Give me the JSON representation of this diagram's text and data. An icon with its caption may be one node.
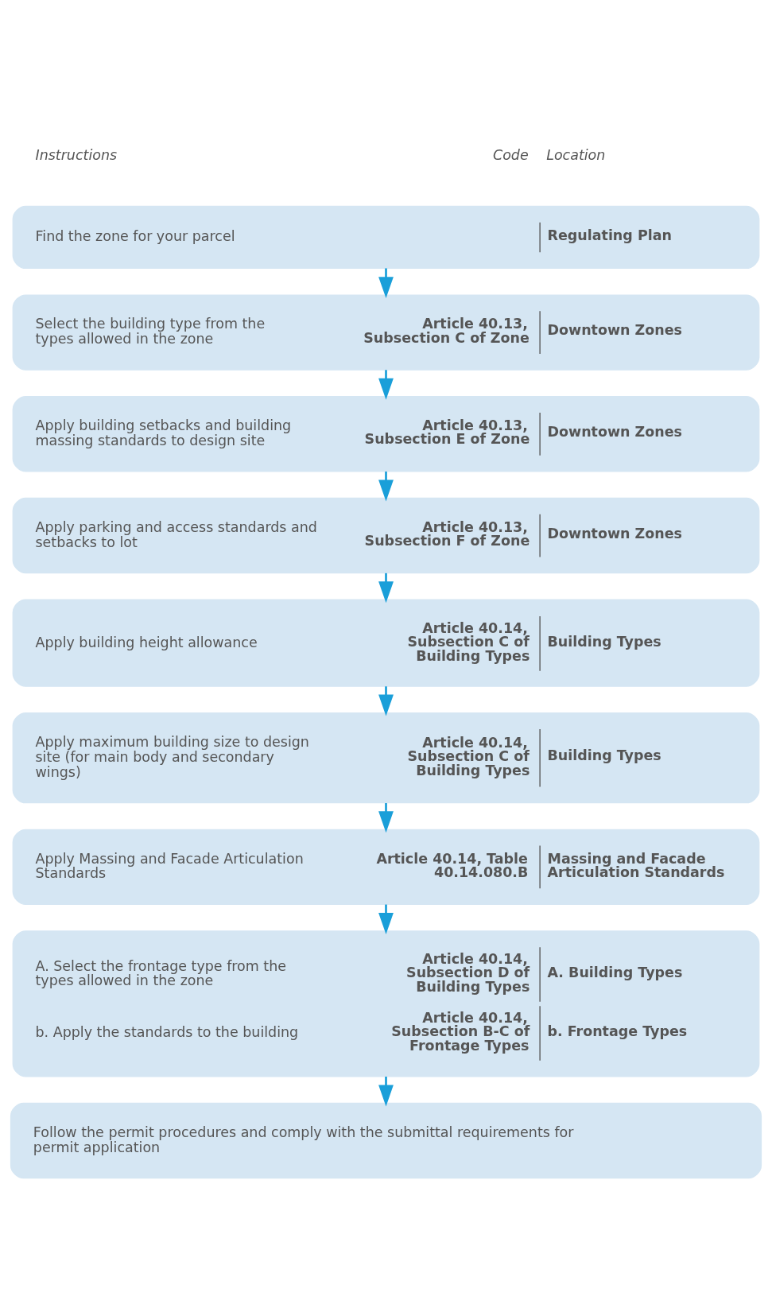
{
  "diagram": {
    "nodes": [
      {
        "text": [
          "Find the zone for your parcel",
          "Regulating Plan"
        ]
      },
      {
        "text": [
          "Select the building type from the types allowed in the zone",
          "Article 40.13, Subsection C of Zone",
          "Downtown Zones"
        ]
      },
      {
        "text": [
          "Apply building setbacks and building massing standards to design site",
          "Article 40.13, Subsection E of Zone",
          "Downtown Zones"
        ]
      },
      {
        "text": [
          "Apply parking and access standards and setbacks to lot",
          "Article 40.13, Subsection F of Zone",
          "Downtown Zones"
        ]
      },
      {
        "text": [
          "Apply building height allowance",
          "Article 40.14, Subsection C of Building Types",
          "Building Types"
        ]
      },
      {
        "text": [
          "Apply maximum building size to design site (for main body and secondary wings)",
          "Article 40.14, Subsection C of Building Types",
          "Building Types"
        ]
      },
      {
        "text": [
          "Apply Massing and Facade Articulation Standards",
          "Article 40.14, Table 40.14.080.B",
          "Massing and Facade Articulation Standards"
        ]
      },
      {
        "text": [
          "A. Select the frontage type from the types allowed in the zone",
          "Article 40.14, Subsection D of Building Types",
          "A. Building Types",
          "b. Apply the standards to the building",
          "Article 40.14, Subsection B-C of Frontage Types",
          "b. Frontage Types"
        ]
      },
      {
        "text": [
          "Follow the permit procedures and comply with the submittal requirements for permit application"
        ]
      }
    ],
    "edges": [
      {
        "from": 0,
        "to": 1,
        "arrow": "to"
      },
      {
        "from": 1,
        "to": 2,
        "arrow": "to"
      },
      {
        "from": 2,
        "to": 3,
        "arrow": "to"
      },
      {
        "from": 3,
        "to": 4,
        "arrow": "to"
      },
      {
        "from": 4,
        "to": 5,
        "arrow": "to"
      },
      {
        "from": 5,
        "to": 6,
        "arrow": "to"
      },
      {
        "from": 6,
        "to": 7,
        "arrow": "to"
      },
      {
        "from": 7,
        "to": 8,
        "arrow": "to"
      }
    ],
    "labels": [
      "Instructions",
      "Code",
      "Location"
    ]
  }
}
